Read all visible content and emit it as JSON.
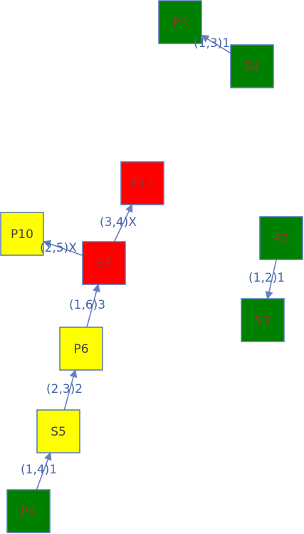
{
  "colors": {
    "green": "#008000",
    "red": "#ff0000",
    "yellow": "#ffff00",
    "node_border": "#5577bb",
    "label_dark": "#444444",
    "label_on_green_red": "#993333",
    "edge": "#6680c0",
    "edge_label": "#4466aa"
  },
  "nodes": [
    {
      "id": "P3",
      "label": "P3",
      "color": "green"
    },
    {
      "id": "S4",
      "label": "S4",
      "color": "green"
    },
    {
      "id": "P12",
      "label": "P12",
      "color": "red"
    },
    {
      "id": "P10",
      "label": "P10",
      "color": "yellow"
    },
    {
      "id": "S7",
      "label": "S7",
      "color": "red"
    },
    {
      "id": "P2",
      "label": "P2",
      "color": "green"
    },
    {
      "id": "S3",
      "label": "S3",
      "color": "green"
    },
    {
      "id": "P6",
      "label": "P6",
      "color": "yellow"
    },
    {
      "id": "S5",
      "label": "S5",
      "color": "yellow"
    },
    {
      "id": "P4",
      "label": "P4",
      "color": "green"
    }
  ],
  "edges": [
    {
      "from": "S4",
      "to": "P3",
      "label": "(1,3)1"
    },
    {
      "from": "S7",
      "to": "P12",
      "label": "(3,4)X"
    },
    {
      "from": "S7",
      "to": "P10",
      "label": "(2,5)X"
    },
    {
      "from": "P2",
      "to": "S3",
      "label": "(1,2)1"
    },
    {
      "from": "P6",
      "to": "S7",
      "label": "(1,6)3"
    },
    {
      "from": "S5",
      "to": "P6",
      "label": "(2,3)2"
    },
    {
      "from": "P4",
      "to": "S5",
      "label": "(1,4)1"
    }
  ]
}
